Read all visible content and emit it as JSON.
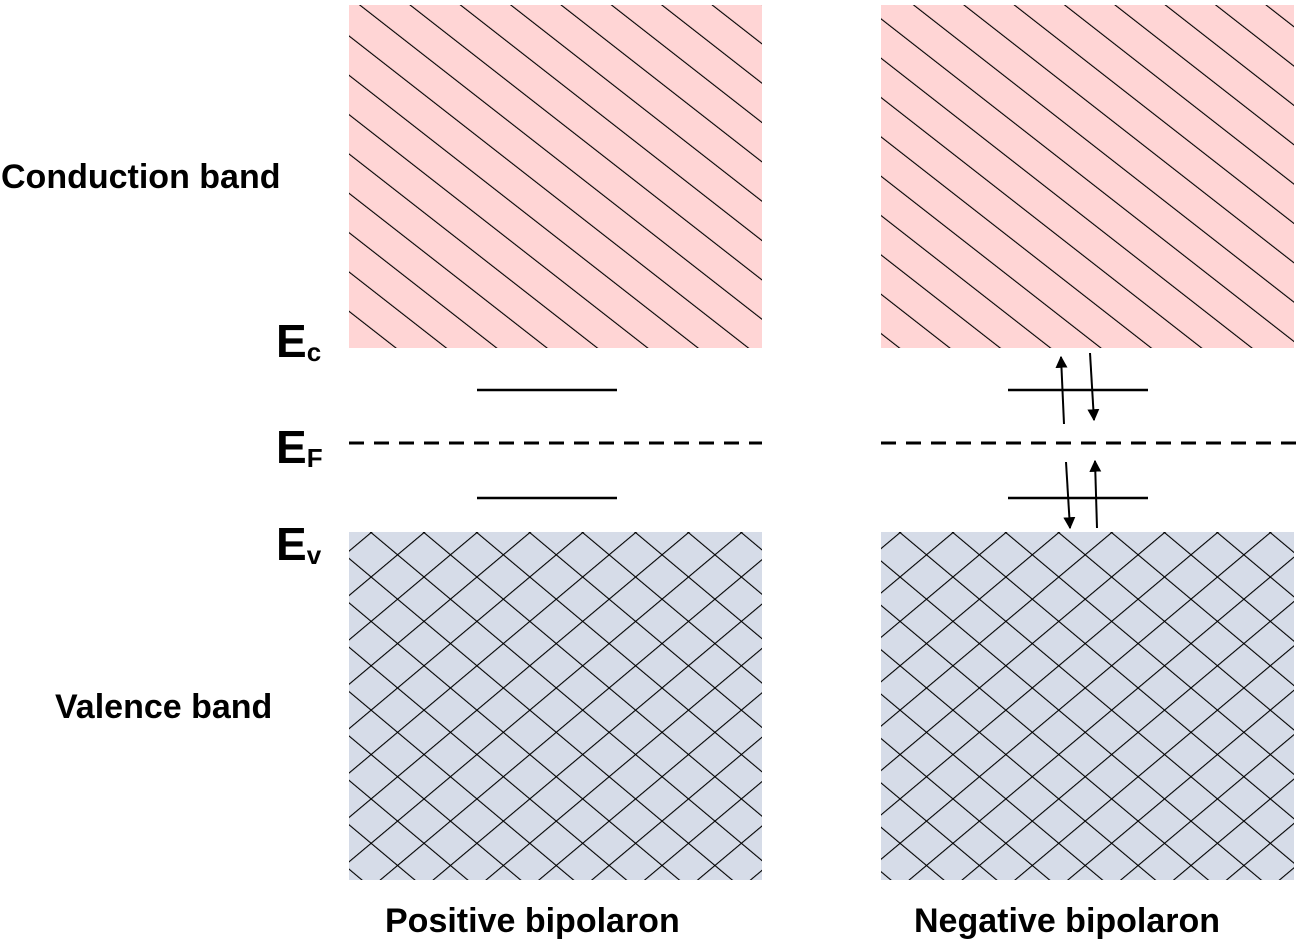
{
  "labels": {
    "conduction_band": "Conduction band",
    "valence_band": "Valence band",
    "ec_main": "E",
    "ec_sub": "c",
    "ef_main": "E",
    "ef_sub": "F",
    "ev_main": "E",
    "ev_sub": "v"
  },
  "panels": [
    {
      "caption": "Positive bipolaron",
      "levels": 2,
      "spins": "none"
    },
    {
      "caption": "Negative bipolaron",
      "levels": 2,
      "spins": "paired"
    }
  ],
  "colors": {
    "conduction_fill": "#ffd5d5",
    "valence_fill": "#d6dce8",
    "line": "#000000"
  }
}
